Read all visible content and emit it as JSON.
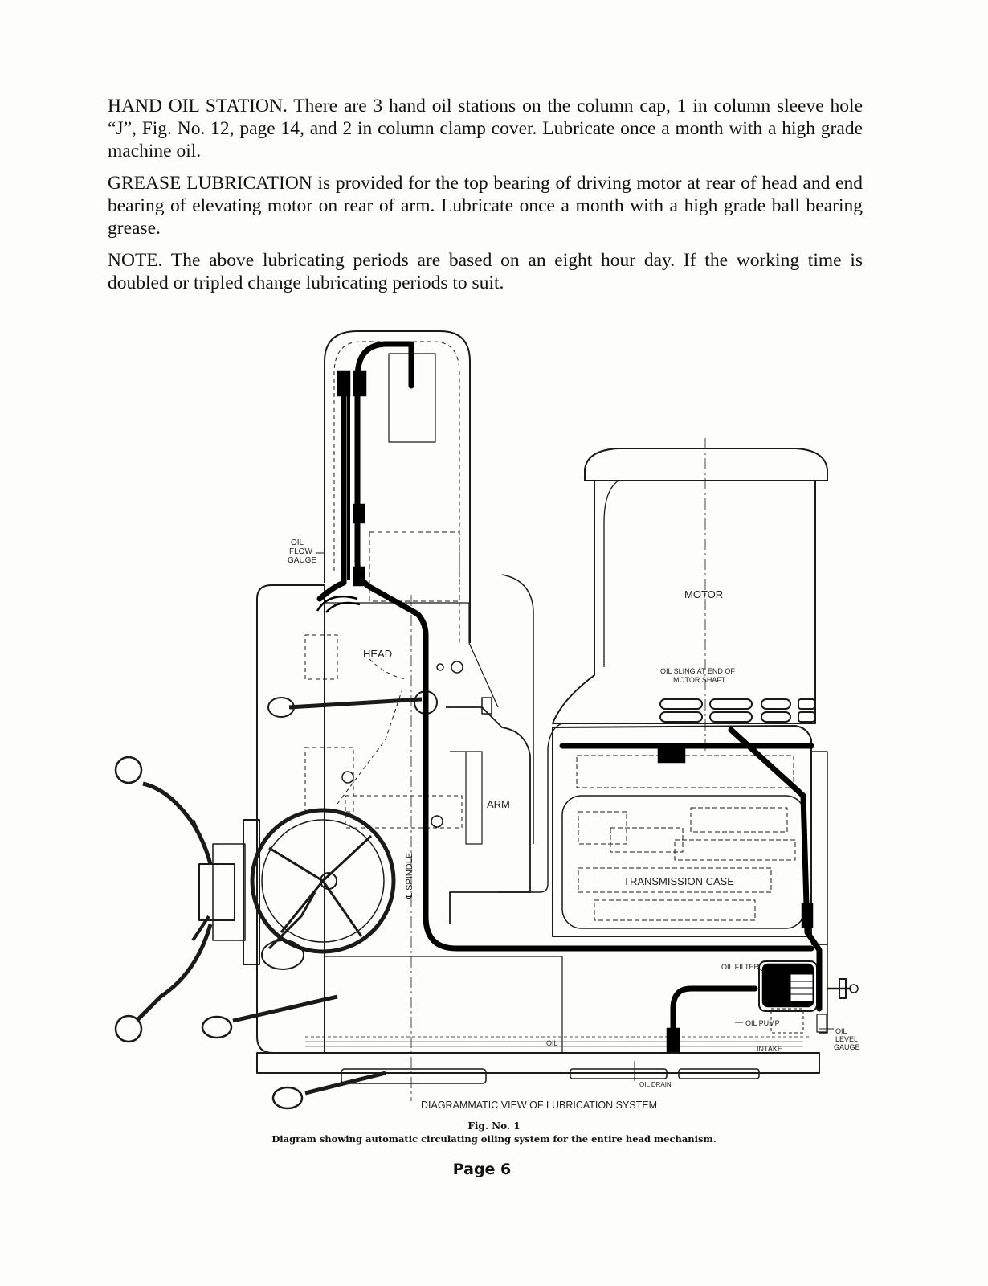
{
  "paragraphs": {
    "hand_oil": "HAND OIL STATION.  There are 3 hand oil stations on the column cap, 1 in column sleeve hole “J”, Fig. No. 12, page 14, and 2 in column clamp cover.  Lubricate once a month with a high grade machine oil.",
    "grease": "GREASE LUBRICATION is provided for the top bearing of driving motor at rear of head and end bearing of elevating motor on rear of arm.  Lubricate once a month with a high grade ball bearing grease.",
    "note": "NOTE.  The above lubricating periods are based on an eight hour day.  If the working time is doubled or tripled change lubricating periods to suit."
  },
  "diagram": {
    "labels": {
      "oil_flow_gauge": [
        "OIL",
        "FLOW",
        "GAUGE"
      ],
      "motor": "MOTOR",
      "oil_sling": [
        "OIL SLING AT END OF",
        "MOTOR SHAFT"
      ],
      "head": "HEAD",
      "arm": "ARM",
      "spindle": "℄ SPINDLE",
      "transmission_case": "TRANSMISSION  CASE",
      "oil_filter": "OIL FILTER",
      "oil_pump": "OIL PUMP",
      "intake": "INTAKE",
      "oil_level_gauge": [
        "OIL",
        "LEVEL",
        "GAUGE"
      ],
      "oil": "OIL",
      "oil_drain": "OIL DRAIN",
      "view_title": "DIAGRAMMATIC VIEW OF LUBRICATION SYSTEM"
    }
  },
  "figure": {
    "number": "Fig. No. 1",
    "caption": "Diagram showing automatic circulating oiling system for the entire head mechanism."
  },
  "page": "Page 6"
}
